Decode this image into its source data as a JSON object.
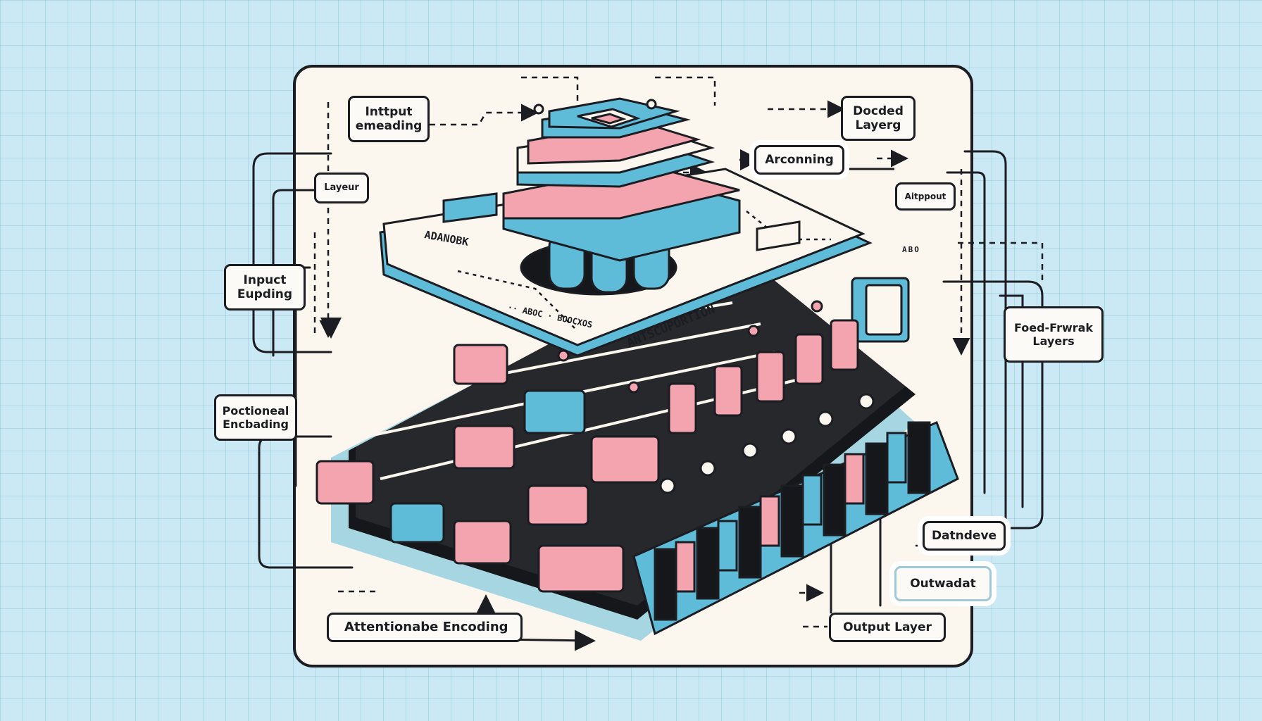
{
  "colors": {
    "background": "#cbe9f4",
    "panel": "#fbf6ee",
    "ink": "#1b1d22",
    "accent_blue": "#5fbcd8",
    "accent_pink": "#f4a4ae",
    "dark_deck": "#15171b"
  },
  "labels": {
    "input_embedding_top": "Inttput\nemeading",
    "decoded_layers": "Docded\nLayerg",
    "layer_small": "Layeur",
    "arconning": "Arconning",
    "aitput": "Aitppout",
    "input_eupding": "Inpuct\nEupding",
    "positional_encoding": "Poctioneal\nEncbading",
    "feed_forward_layers": "Foed-Frwrak\nLayers",
    "datndeve": "Datndeve",
    "outwadat": "Outwadat",
    "attention_encoding": "Attentionabe Encoding",
    "output_layer": "Output Layer"
  },
  "platform_text": {
    "left": "ADANOBK",
    "bottom": "ANTSCUPORTION",
    "dots": "·· ABOC · BOOCXOS",
    "small": "ABO"
  }
}
